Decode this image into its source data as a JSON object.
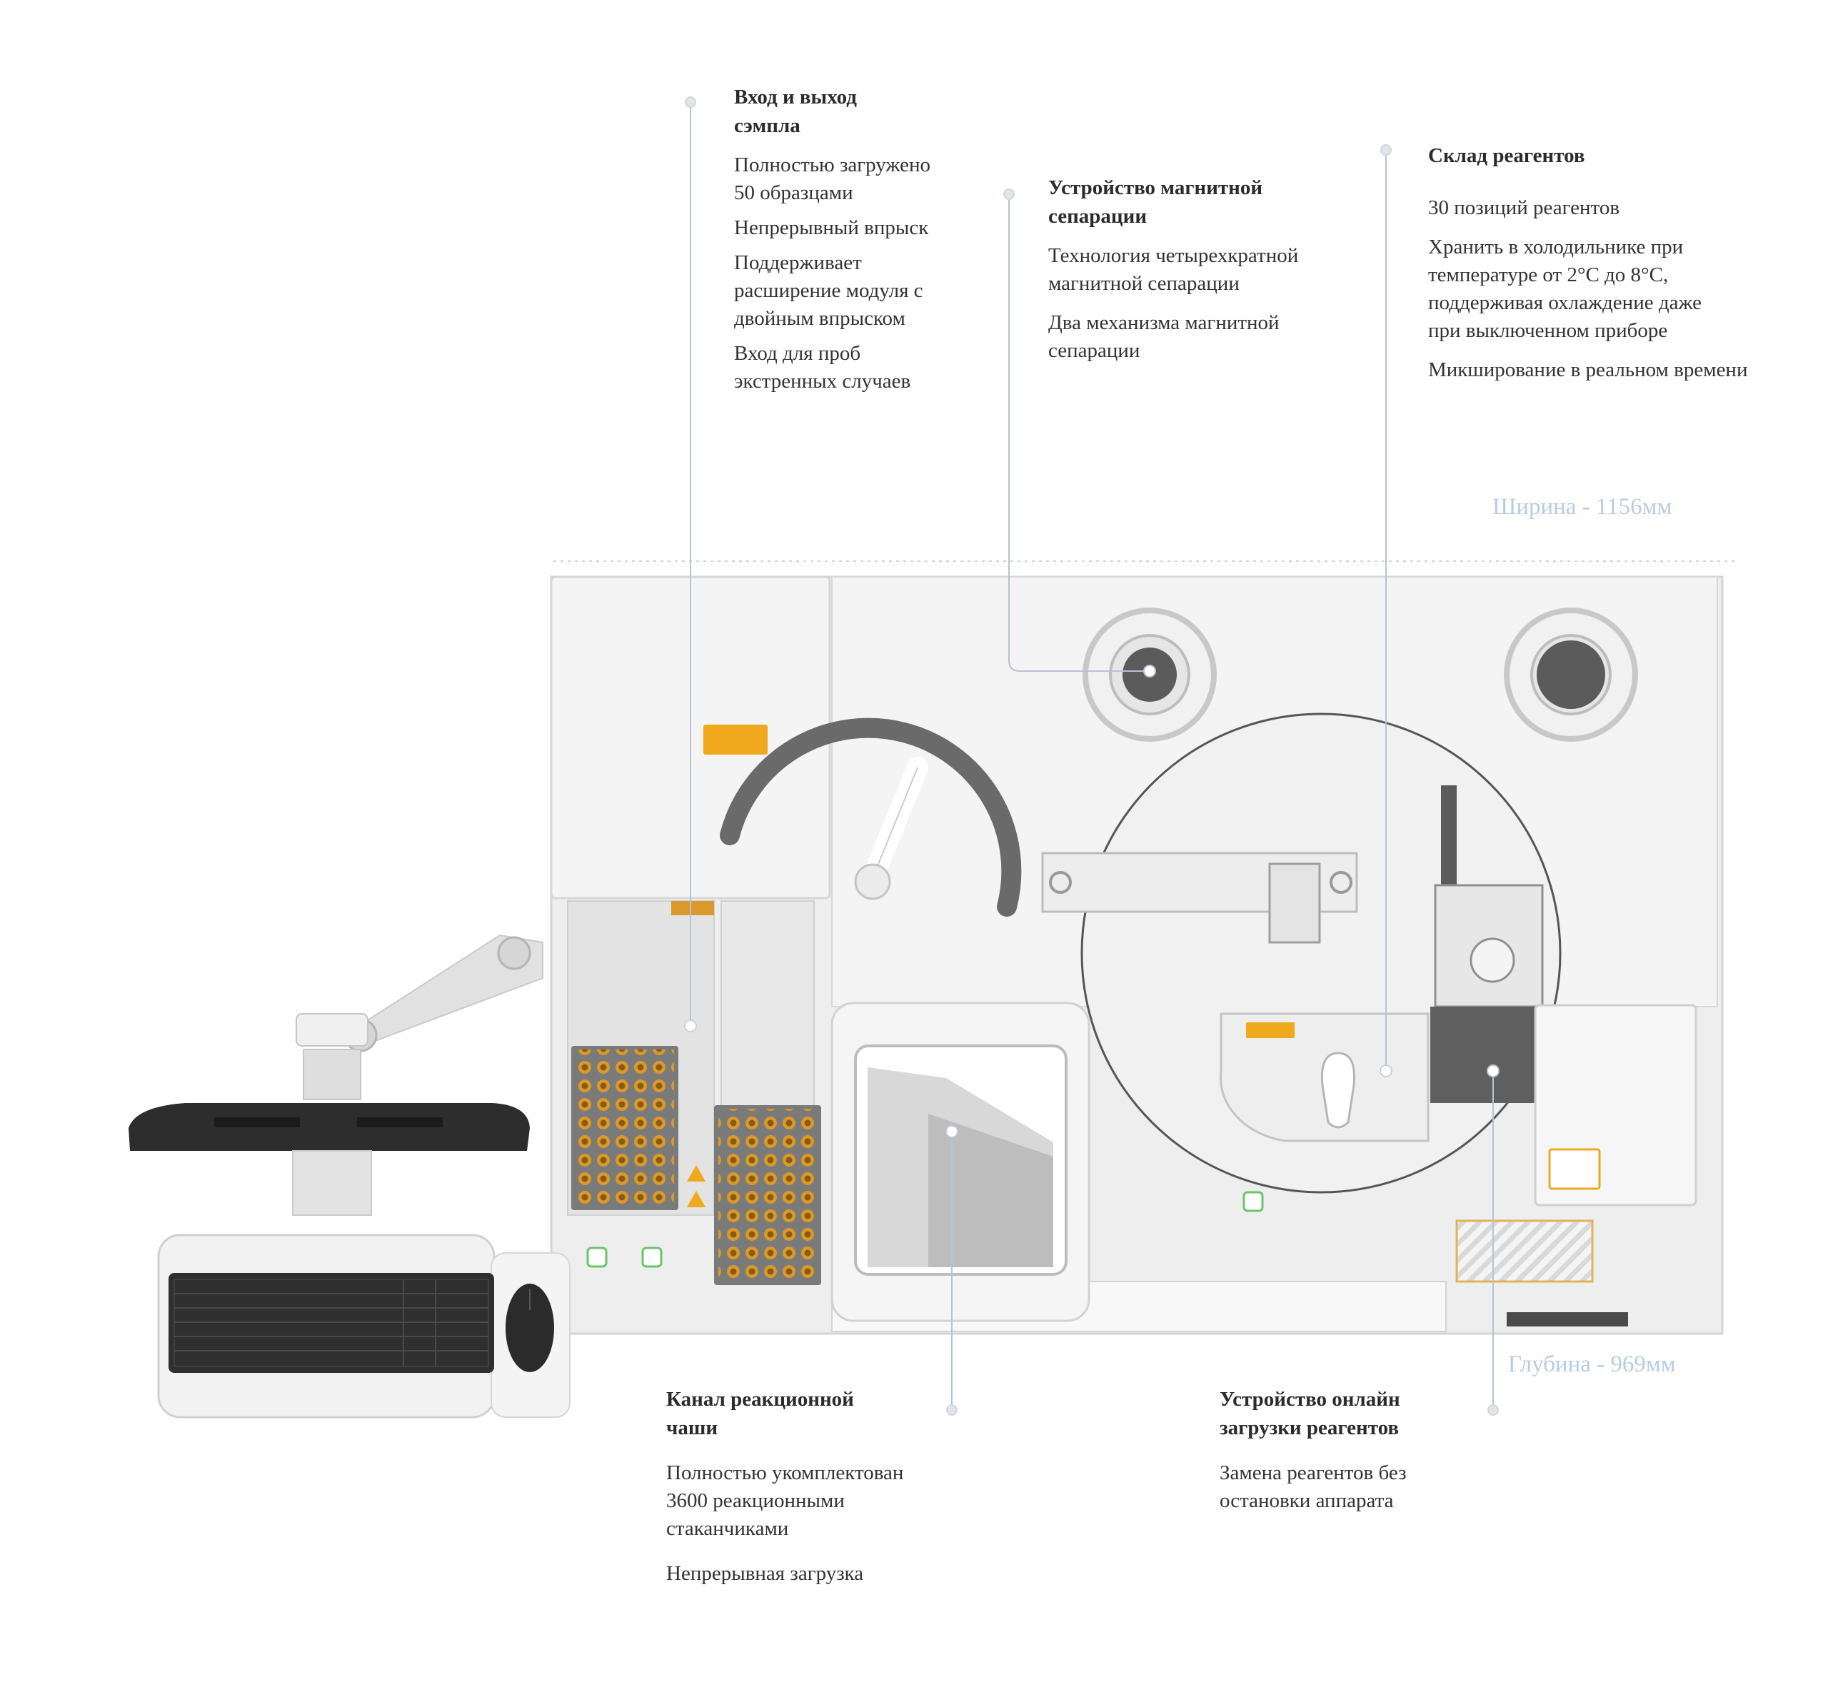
{
  "callouts": {
    "sample": {
      "title": "Вход и выход\nсэмпла",
      "items": [
        "Полностью загружено\n50 образцами",
        "Непрерывный впрыск",
        "Поддерживает\nрасширение модуля с\nдвойным впрыском",
        "Вход для проб\nэкстренных случаев"
      ]
    },
    "magnetic": {
      "title": "Устройство магнитной\nсепарации",
      "items": [
        "Технология четырехкратной\nмагнитной сепарации",
        "Два механизма магнитной\nсепарации"
      ]
    },
    "reagent_store": {
      "title": "Склад реагентов",
      "items": [
        "30 позиций реагентов",
        "Хранить в холодильнике при\nтемпературе от 2°C до 8°C,\nподдерживая охлаждение даже\nпри выключенном приборе",
        "Микширование в реальном времени"
      ]
    },
    "cup_channel": {
      "title": "Канал реакционной\nчаши",
      "items": [
        "Полностью укомплектован\n3600 реакционными\nстаканчиками",
        "Непрерывная загрузка"
      ]
    },
    "online_loading": {
      "title": "Устройство онлайн\nзагрузки реагентов",
      "items": [
        "Замена реагентов без\nостановки аппарата"
      ]
    }
  },
  "dimensions": {
    "width": "Ширина - 1156мм",
    "depth": "Глубина - 969мм"
  },
  "colors": {
    "leader": "#b8c2d2",
    "dimension_text": "#b9cbe1",
    "rack": "#6e6e6e",
    "tube": "#d99a2b",
    "warning": "#f0a81c",
    "status_green": "#6cc46a"
  }
}
